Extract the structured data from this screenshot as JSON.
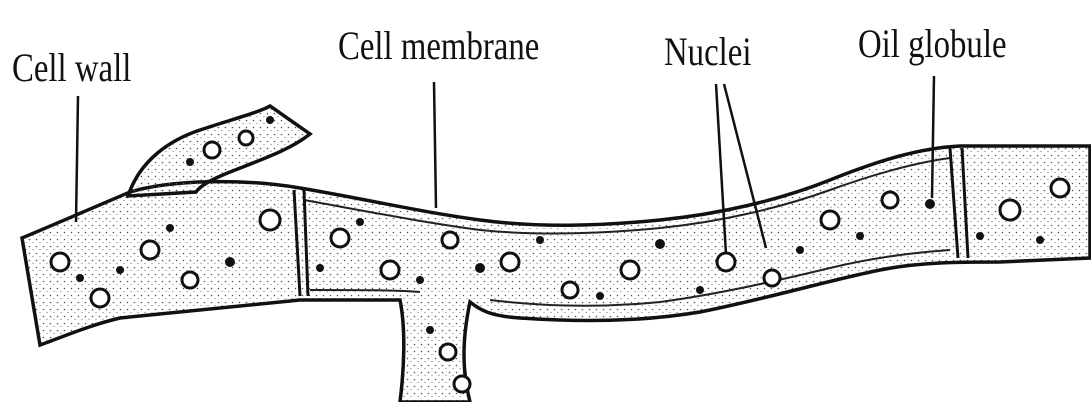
{
  "labels": {
    "cell_wall": "Cell wall",
    "cell_membrane": "Cell membrane",
    "nuclei": "Nuclei",
    "oil_globule": "Oil globule"
  },
  "colors": {
    "ink": "#111111",
    "stipple": "#4a4a4a",
    "background": "#ffffff"
  }
}
